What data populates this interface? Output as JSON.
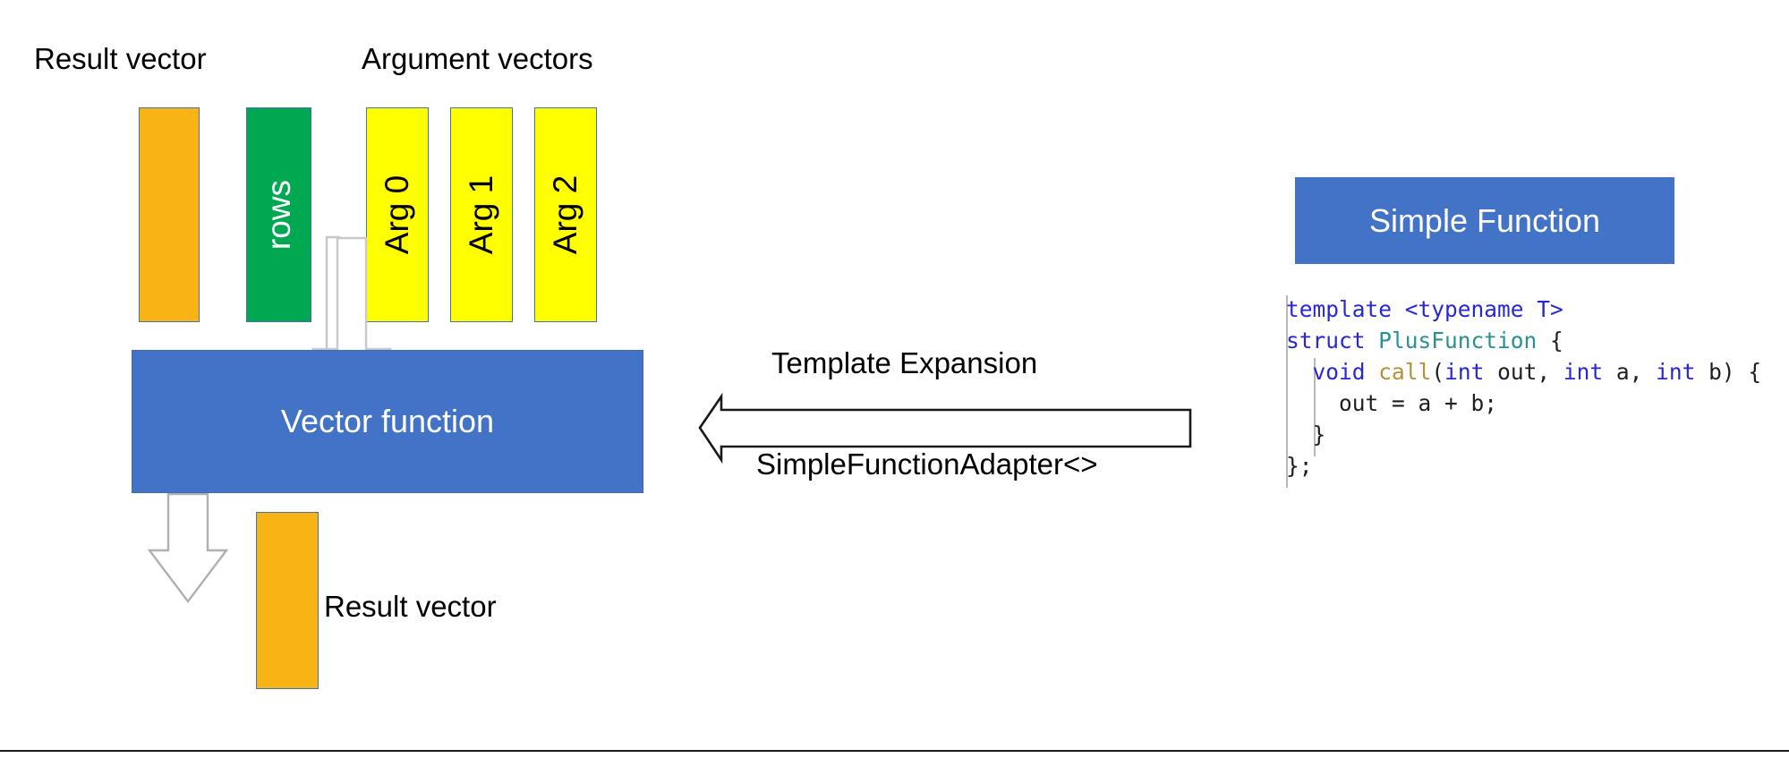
{
  "diagram": {
    "title": "Vector function template expansion diagram",
    "labels": {
      "result_vector_top": "Result vector",
      "argument_vectors": "Argument vectors",
      "result_vector_bottom": "Result vector",
      "template_expansion": "Template Expansion",
      "simple_function_adapter": "SimpleFunctionAdapter<>"
    },
    "bars": [
      {
        "name": "result-top",
        "label": "",
        "color": "#f8b314",
        "text_color": "#000000"
      },
      {
        "name": "rows",
        "label": "rows",
        "color": "#00a851",
        "text_color": "#ffffff"
      },
      {
        "name": "arg0",
        "label": "Arg 0",
        "color": "#ffff00",
        "text_color": "#000000"
      },
      {
        "name": "arg1",
        "label": "Arg 1",
        "color": "#ffff00",
        "text_color": "#000000"
      },
      {
        "name": "arg2",
        "label": "Arg 2",
        "color": "#ffff00",
        "text_color": "#000000"
      },
      {
        "name": "result-bottom",
        "label": "",
        "color": "#f8b314",
        "text_color": "#000000"
      }
    ],
    "vector_function_box": {
      "label": "Vector function",
      "fill": "#4273c6",
      "text_color": "#ffffff"
    },
    "simple_function_box": {
      "label": "Simple Function",
      "fill": "#4273c6",
      "text_color": "#ffffff"
    },
    "code": {
      "language": "C++",
      "lines": [
        {
          "tokens": [
            {
              "t": "template ",
              "c": "kw"
            },
            {
              "t": "<",
              "c": "kw"
            },
            {
              "t": "typename",
              "c": "kw"
            },
            {
              "t": " T>",
              "c": "kw"
            }
          ]
        },
        {
          "tokens": [
            {
              "t": "struct ",
              "c": "kw"
            },
            {
              "t": "PlusFunction",
              "c": "type"
            },
            {
              "t": " {",
              "c": "pl"
            }
          ]
        },
        {
          "tokens": [
            {
              "t": "  ",
              "c": "pl"
            },
            {
              "t": "void",
              "c": "kw"
            },
            {
              "t": " ",
              "c": "pl"
            },
            {
              "t": "call",
              "c": "fn"
            },
            {
              "t": "(",
              "c": "pl"
            },
            {
              "t": "int",
              "c": "kw"
            },
            {
              "t": " out, ",
              "c": "pl"
            },
            {
              "t": "int",
              "c": "kw"
            },
            {
              "t": " a, ",
              "c": "pl"
            },
            {
              "t": "int",
              "c": "kw"
            },
            {
              "t": " b) {",
              "c": "pl"
            }
          ]
        },
        {
          "tokens": [
            {
              "t": "    out = a + b;",
              "c": "pl"
            }
          ]
        },
        {
          "tokens": [
            {
              "t": "  }",
              "c": "pl"
            }
          ]
        },
        {
          "tokens": [
            {
              "t": "};",
              "c": "pl"
            }
          ]
        }
      ],
      "plain_text": "template <typename T>\nstruct PlusFunction {\n  void call(int out, int a, int b) {\n    out = a + b;\n  }\n};",
      "colors": {
        "keyword": "#2727d8",
        "type": "#2a9090",
        "function": "#b5913a",
        "plain": "#1f1f1f"
      }
    },
    "arrows": [
      {
        "name": "input-arrow",
        "direction": "down",
        "style": "outline-white",
        "from": "argument-vectors",
        "to": "vector-function"
      },
      {
        "name": "output-arrow",
        "direction": "down",
        "style": "outline",
        "from": "vector-function",
        "to": "result-vector-bottom"
      },
      {
        "name": "expansion-arrow",
        "direction": "left",
        "style": "outline",
        "from": "simple-function",
        "to": "vector-function"
      }
    ]
  }
}
